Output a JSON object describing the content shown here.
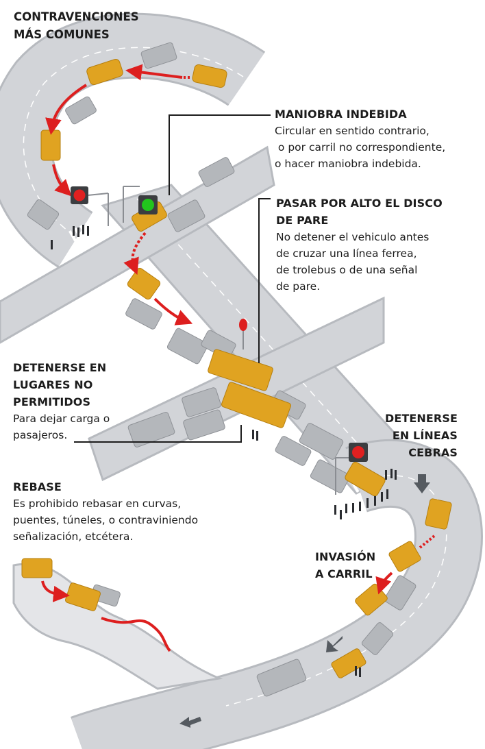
{
  "title_line1": "CONTRAVENCIONES",
  "title_line2": "MÁS COMUNES",
  "sections": {
    "maniobra": {
      "title": "MANIOBRA INDEBIDA",
      "lines": [
        "Circular en sentido contrario,",
        " o por carril no correspondiente,",
        "o hacer maniobra indebida."
      ]
    },
    "pare": {
      "title_lines": [
        "PASAR POR ALTO EL DISCO",
        "DE PARE"
      ],
      "lines": [
        "No detener el vehiculo antes",
        "de cruzar una línea ferrea,",
        "de trolebus o de una señal",
        "de pare."
      ]
    },
    "detenerse": {
      "title_lines": [
        "DETENERSE EN",
        "LUGARES NO",
        "PERMITIDOS"
      ],
      "lines": [
        "Para dejar carga o",
        "pasajeros."
      ]
    },
    "cebras": {
      "title_lines": [
        "DETENERSE",
        "EN LÍNEAS",
        "CEBRAS"
      ]
    },
    "rebase": {
      "title": "REBASE",
      "lines": [
        "Es prohibido rebasar en curvas,",
        "puentes, túneles, o contraviniendo",
        "señalización, etcétera."
      ]
    },
    "invasion": {
      "title_lines": [
        "INVASIÓN",
        "A CARRIL"
      ]
    }
  },
  "colors": {
    "road": "#d2d4d8",
    "road_edge": "#b7babf",
    "vehicle_yellow": "#e0a321",
    "vehicle_gray": "#b4b7bb",
    "arrow_red": "#dd1f1f",
    "light_red": "#e02020",
    "light_green": "#22c41d"
  }
}
